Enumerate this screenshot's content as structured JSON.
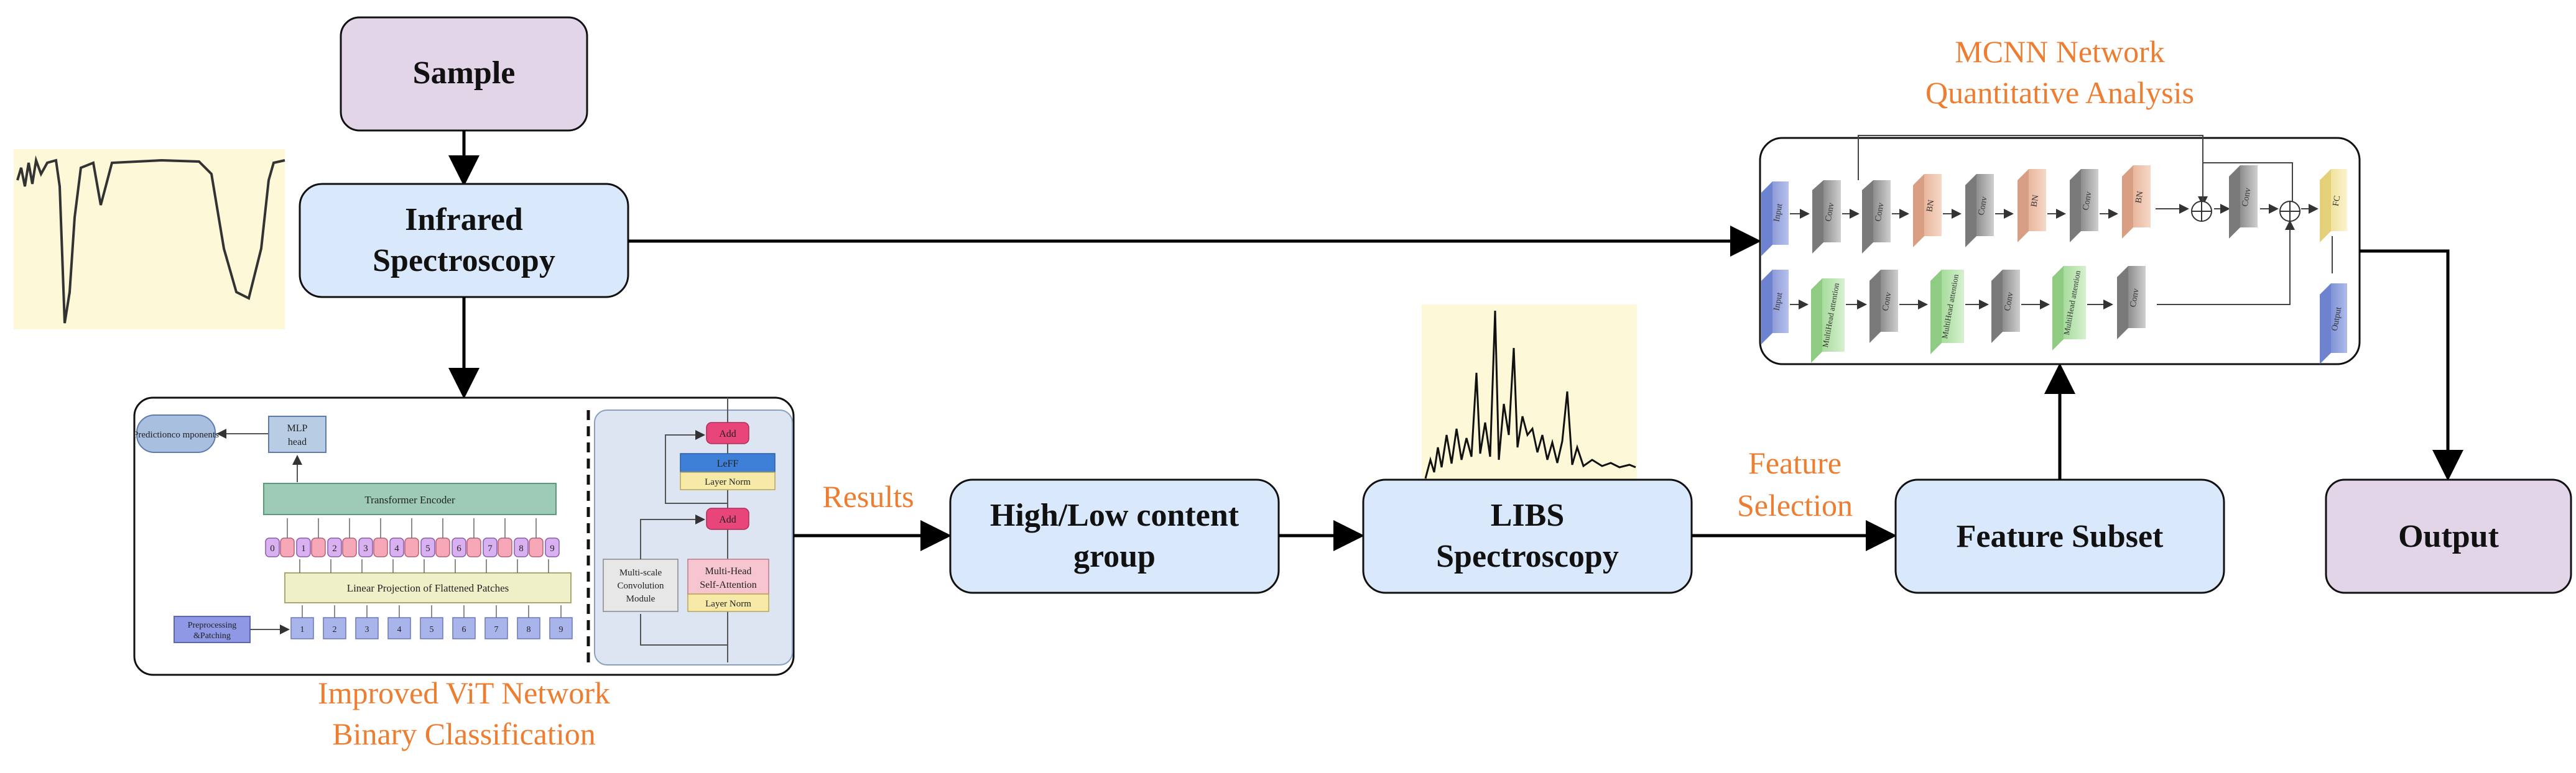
{
  "nodes": {
    "sample": "Sample",
    "infrared_line1": "Infrared",
    "infrared_line2": "Spectroscopy",
    "highlow_line1": "High/Low content",
    "highlow_line2": "group",
    "libs_line1": "LIBS",
    "libs_line2": "Spectroscopy",
    "feature_subset": "Feature Subset",
    "output": "Output"
  },
  "labels": {
    "mcnn_line1": "MCNN Network",
    "mcnn_line2": "Quantitative Analysis",
    "vit_line1": "Improved ViT Network",
    "vit_line2": "Binary Classification",
    "results": "Results",
    "feature_sel_line1": "Feature",
    "feature_sel_line2": "Selection"
  },
  "vit": {
    "prediction": "Predictionco mponents",
    "mlp_line1": "MLP",
    "mlp_line2": "head",
    "transformer_encoder": "Transformer Encoder",
    "linear_projection": "Linear Projection of Flattened Patches",
    "preprocessing_line1": "Preprocessing",
    "preprocessing_line2": "&Patching",
    "tokens": [
      "0",
      "1",
      "2",
      "3",
      "4",
      "5",
      "6",
      "7",
      "8",
      "9"
    ],
    "patches": [
      "1",
      "2",
      "3",
      "4",
      "5",
      "6",
      "7",
      "8",
      "9"
    ],
    "encoder_detail": {
      "add_top": "Add",
      "leff": "LeFF",
      "layer_norm_top": "Layer Norm",
      "add_mid": "Add",
      "msa_line1": "Multi-Head",
      "msa_line2": "Self-Attention",
      "layer_norm_bottom": "Layer Norm",
      "msconv_line1": "Multi-scale",
      "msconv_line2": "Convolution",
      "msconv_line3": "Module"
    }
  },
  "mcnn": {
    "top_row": [
      "Input",
      "Conv",
      "Conv",
      "BN",
      "Conv",
      "BN",
      "Conv",
      "BN",
      "Conv",
      "FC"
    ],
    "bottom_row": [
      "Input",
      "MultiHead attention",
      "Conv",
      "MultiHead attention",
      "Conv",
      "MultiHead attention",
      "Conv"
    ],
    "output_block": "Output"
  },
  "colors": {
    "node_blue": "#DAE8FC",
    "node_purple": "#E1D5E7",
    "accent_orange": "#ED7D31",
    "spectrum_bg": "#FDF8D8"
  }
}
